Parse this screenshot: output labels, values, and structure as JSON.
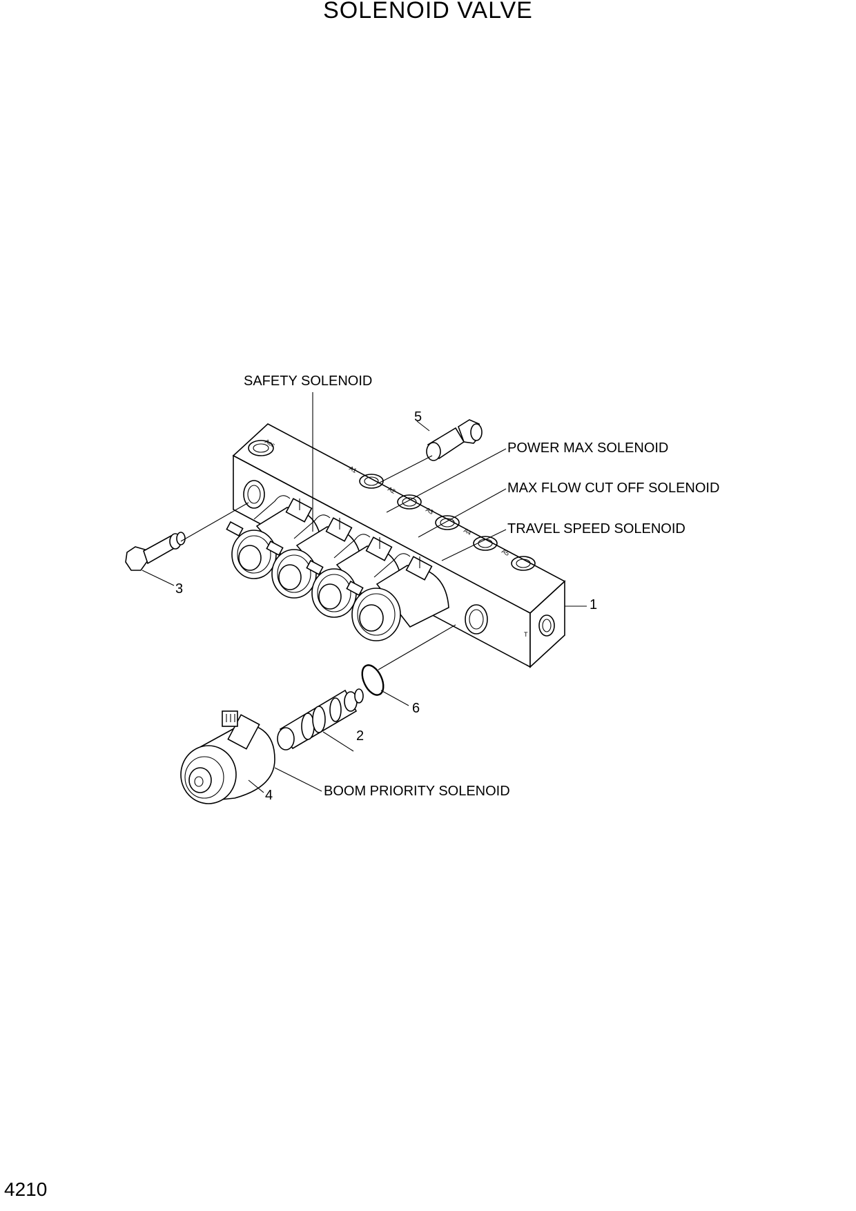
{
  "title": "SOLENOID VALVE",
  "page_number": "4210",
  "labels": {
    "safety": "SAFETY SOLENOID",
    "power_max": "POWER MAX SOLENOID",
    "max_flow": "MAX FLOW CUT OFF SOLENOID",
    "travel_speed": "TRAVEL SPEED SOLENOID",
    "boom_priority": "BOOM PRIORITY SOLENOID"
  },
  "parts": {
    "p1": "1",
    "p2": "2",
    "p3": "3",
    "p4": "4",
    "p5": "5",
    "p6": "6"
  },
  "ports": {
    "acc": "Acc",
    "a1": "A1",
    "a2": "A2",
    "a3": "A3",
    "a4": "A4",
    "a5": "A5",
    "t": "T"
  }
}
